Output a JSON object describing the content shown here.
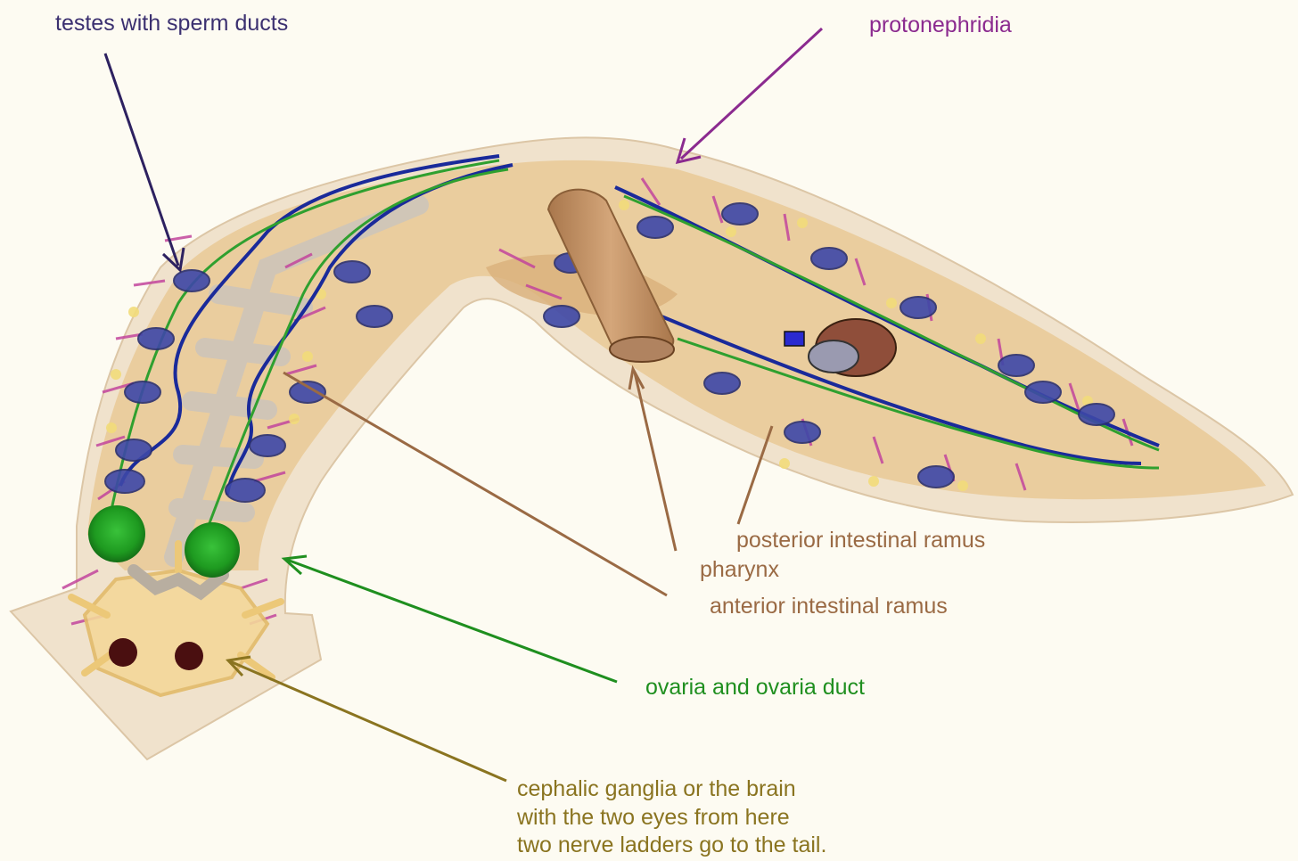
{
  "labels": {
    "testes": "testes with sperm ducts",
    "protonephridia": "protonephridia",
    "posterior_intestinal_ramus": "posterior intestinal ramus",
    "pharynx": "pharynx",
    "anterior_intestinal_ramus": "anterior intestinal ramus",
    "ovaria": "ovaria and ovaria duct",
    "cephalic": [
      "cephalic ganglia or the brain",
      "with the two eyes from here",
      "two nerve ladders go to the tail."
    ]
  },
  "colors": {
    "background": "#fdfbf2",
    "body_outline": "#efe0c8",
    "body_inner": "#e6c38f",
    "testes": "#3b3070",
    "protonephridia": "#8b2a8f",
    "intestine_label": "#9a6a44",
    "ovaria": "#1f8f1f",
    "cephalic": "#8a7420",
    "nerve_cord": "#1a2a9a",
    "ovary": "#1f9a1f",
    "pharynx": "#c4956a",
    "eye": "#4a0f10"
  }
}
